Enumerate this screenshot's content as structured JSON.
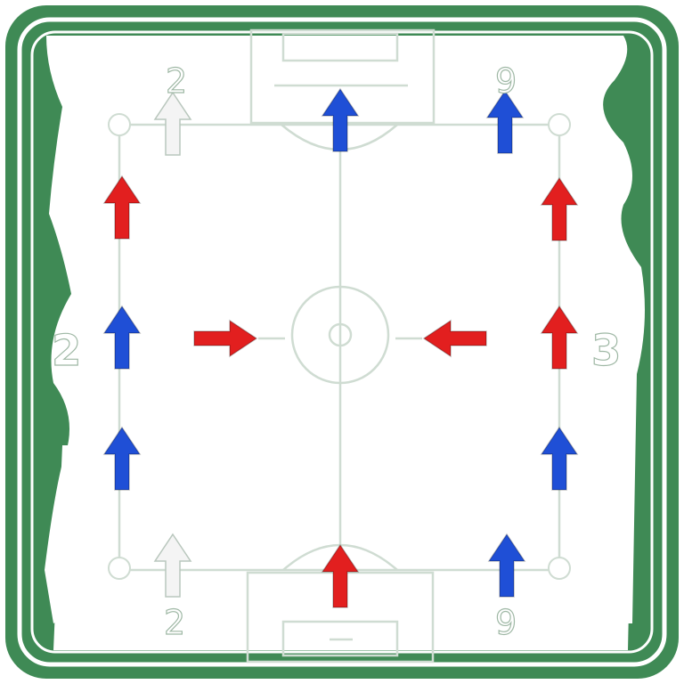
{
  "labels": {
    "left_side": "2",
    "right_side": "3",
    "top_left": "2",
    "top_right": "9",
    "bottom_left": "2",
    "bottom_right": "9"
  },
  "colors": {
    "frame_green": "#3f8a55",
    "frame_dark": "#2f6e42",
    "red_arrow": "#e21f1f",
    "blue_arrow": "#1f4fd6",
    "white_arrow": "#f4f4f4",
    "line": "#cfdcd2"
  },
  "players": [
    {
      "team": "white",
      "direction": "up",
      "position": "top-left-corner"
    },
    {
      "team": "blue",
      "direction": "up",
      "position": "top-center"
    },
    {
      "team": "blue",
      "direction": "up",
      "position": "top-right-corner"
    },
    {
      "team": "red",
      "direction": "up",
      "position": "left-upper"
    },
    {
      "team": "blue",
      "direction": "up",
      "position": "left-middle"
    },
    {
      "team": "blue",
      "direction": "up",
      "position": "left-lower"
    },
    {
      "team": "red",
      "direction": "up",
      "position": "right-upper"
    },
    {
      "team": "red",
      "direction": "up",
      "position": "right-middle"
    },
    {
      "team": "blue",
      "direction": "up",
      "position": "right-lower"
    },
    {
      "team": "red",
      "direction": "right",
      "position": "center-left"
    },
    {
      "team": "red",
      "direction": "left",
      "position": "center-right"
    },
    {
      "team": "white",
      "direction": "up",
      "position": "bottom-left-corner"
    },
    {
      "team": "red",
      "direction": "up",
      "position": "bottom-center"
    },
    {
      "team": "blue",
      "direction": "up",
      "position": "bottom-right-corner"
    }
  ]
}
